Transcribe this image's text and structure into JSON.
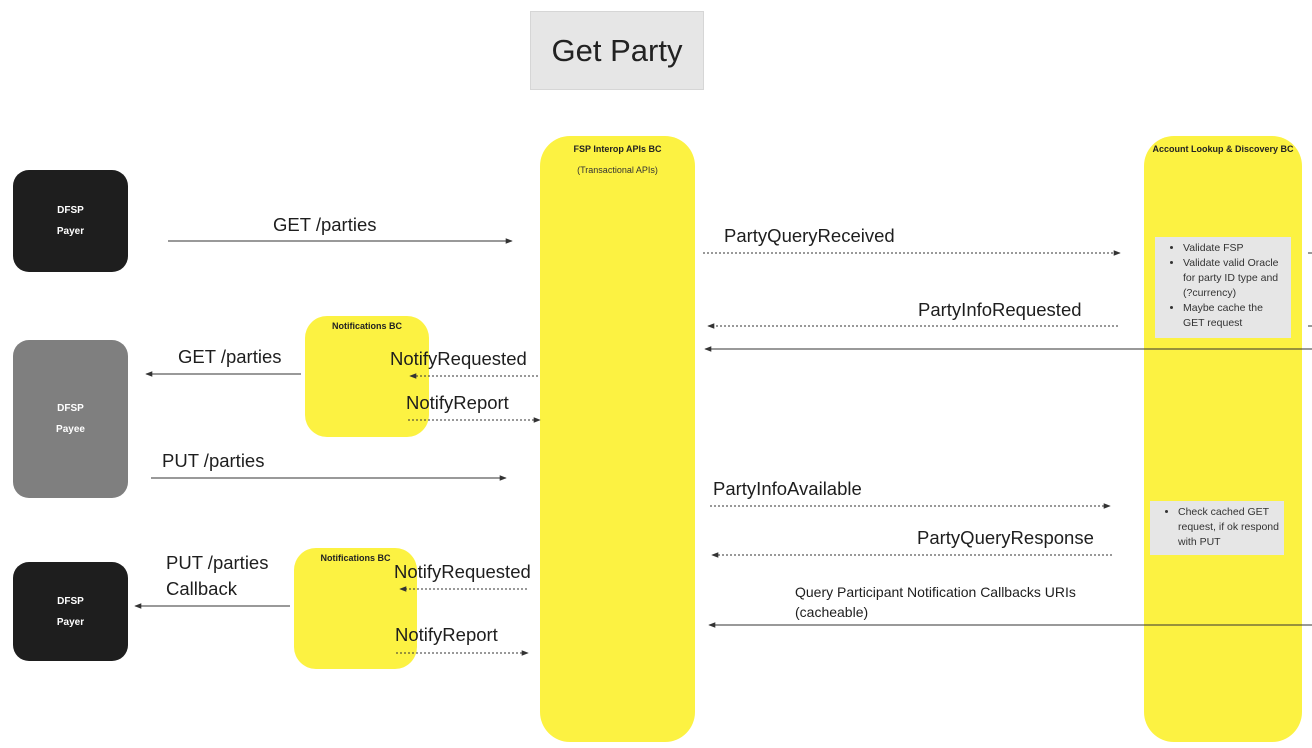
{
  "title": "Get Party",
  "actors": {
    "payer_top": {
      "line1": "DFSP",
      "line2": "Payer"
    },
    "payee": {
      "line1": "DFSP",
      "line2": "Payee"
    },
    "payer_bottom": {
      "line1": "DFSP",
      "line2": "Payer"
    }
  },
  "lanes": {
    "fsp": {
      "title": "FSP Interop APIs BC",
      "subtitle": "(Transactional APIs)"
    },
    "account_lookup": {
      "title": "Account Lookup & Discovery BC"
    }
  },
  "notifications": {
    "top": {
      "title": "Notifications BC"
    },
    "bottom": {
      "title": "Notifications BC"
    }
  },
  "messages": {
    "get_parties_1": "GET /parties",
    "party_query_received": "PartyQueryReceived",
    "party_info_requested": "PartyInfoRequested",
    "get_parties_2": "GET /parties",
    "notify_requested_1": "NotifyRequested",
    "notify_report_1": "NotifyReport",
    "put_parties": "PUT /parties",
    "party_info_available": "PartyInfoAvailable",
    "party_query_response": "PartyQueryResponse",
    "put_parties_callback_1": "PUT /parties",
    "put_parties_callback_2": "Callback",
    "notify_requested_2": "NotifyRequested",
    "notify_report_2": "NotifyReport",
    "query_participant_1": "Query Participant Notification Callbacks URIs",
    "query_participant_2": "(cacheable)"
  },
  "notes": {
    "lookup_checks": [
      "Validate FSP",
      "Validate valid Oracle for party ID type and (?currency)",
      "Maybe cache the GET request"
    ],
    "cached_check": [
      "Check cached GET request, if ok respond with PUT"
    ]
  },
  "colors": {
    "lane_yellow": "#fcf242",
    "actor_dark": "#1e1e1e",
    "actor_grey": "#7f7f7f",
    "note_grey": "#e6e6e6"
  }
}
